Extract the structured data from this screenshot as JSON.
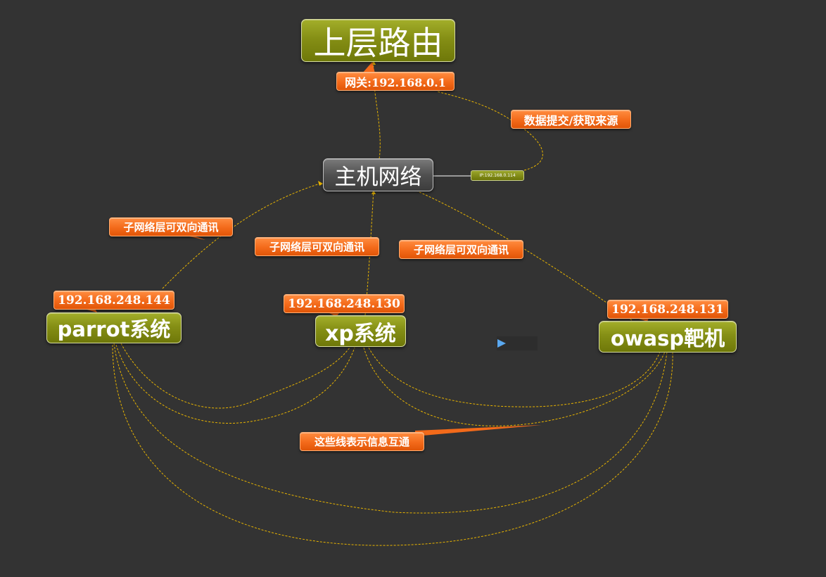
{
  "nodes": {
    "router": "上层路由",
    "host": "主机网络",
    "parrot": "parrot系统",
    "xp": "xp系统",
    "owasp": "owasp靶机"
  },
  "tags": {
    "gateway": "网关:192.168.0.1",
    "data_source": "数据提交/获取来源",
    "host_ip": "IP:192.168.0.114",
    "subnet_left": "子网络层可双向通讯",
    "subnet_mid": "子网络层可双向通讯",
    "subnet_right": "子网络层可双向通讯",
    "ip_parrot": "192.168.248.144",
    "ip_xp": "192.168.248.130",
    "ip_owasp": "192.168.248.131",
    "interconnect": "这些线表示信息互通"
  },
  "colors": {
    "background": "#333333",
    "node_olive": "#858f15",
    "node_gray": "#505050",
    "tag_orange": "#f36a1a",
    "link_yellow": "#e8b400"
  },
  "icons": {
    "play": "play-triangle-icon"
  }
}
